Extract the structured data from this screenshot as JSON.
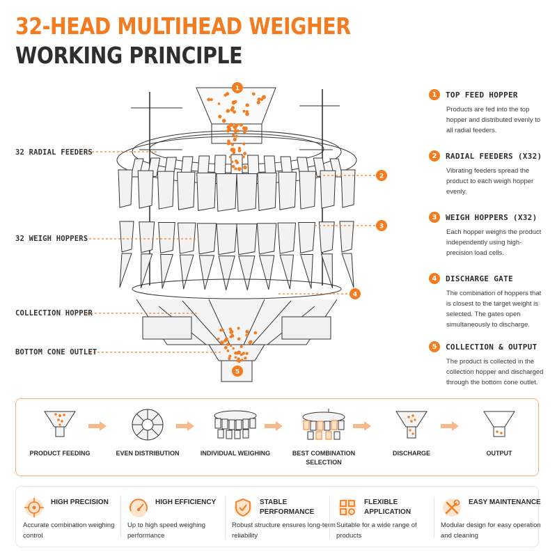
{
  "title": {
    "line1": "32-HEAD MULTIHEAD WEIGHER",
    "line2": "WORKING PRINCIPLE"
  },
  "left_labels": [
    {
      "id": "feeders",
      "text": "32 RADIAL FEEDERS"
    },
    {
      "id": "hoppers",
      "text": "32 WEIGH HOPPERS"
    },
    {
      "id": "collection",
      "text": "COLLECTION HOPPER"
    },
    {
      "id": "cone",
      "text": "BOTTOM CONE OUTLET"
    }
  ],
  "callout_numbers": [
    "1",
    "2",
    "3",
    "4",
    "5"
  ],
  "steps_right": [
    {
      "num": "1",
      "title": "TOP FEED HOPPER",
      "desc": "Products are fed into the top hopper and distributed evenly to all radial feeders."
    },
    {
      "num": "2",
      "title": "RADIAL FEEDERS (X32)",
      "desc": "Vibrating feeders spread the product to each weigh hopper evenly."
    },
    {
      "num": "3",
      "title": "WEIGH HOPPERS (X32)",
      "desc": "Each hopper weighs the product independently using high-precision load cells."
    },
    {
      "num": "4",
      "title": "DISCHARGE GATE",
      "desc": "The combination of hoppers that is closest to the target weight is selected. The gates open simultaneously to discharge."
    },
    {
      "num": "5",
      "title": "COLLECTION & OUTPUT",
      "desc": "The product is collected in the collection hopper and discharged through the bottom cone outlet."
    }
  ],
  "process": [
    {
      "label": "PRODUCT FEEDING",
      "icon": "feed-hopper-icon"
    },
    {
      "label": "EVEN DISTRIBUTION",
      "icon": "radial-feeders-icon"
    },
    {
      "label": "INDIVIDUAL WEIGHING",
      "icon": "weigh-hoppers-icon"
    },
    {
      "label": "BEST COMBINATION SELECTION",
      "icon": "combination-icon"
    },
    {
      "label": "DISCHARGE",
      "icon": "discharge-icon"
    },
    {
      "label": "OUTPUT",
      "icon": "output-cone-icon"
    }
  ],
  "features": [
    {
      "title": "HIGH PRECISION",
      "desc": "Accurate combination weighing control",
      "icon": "crosshair-icon"
    },
    {
      "title": "HIGH EFFICIENCY",
      "desc": "Up to high speed weighing performance",
      "icon": "speedometer-icon"
    },
    {
      "title": "STABLE PERFORMANCE",
      "desc": "Robust structure ensures long-term reliability",
      "icon": "shield-check-icon"
    },
    {
      "title": "FLEXIBLE APPLICATION",
      "desc": "Suitable for a wide range of products",
      "icon": "grid-apps-icon"
    },
    {
      "title": "EASY MAINTENANCE",
      "desc": "Modular design for easy operation and cleaning",
      "icon": "tools-icon"
    }
  ],
  "colors": {
    "accent": "#f47c20",
    "dark": "#2f2f2f",
    "border": "#f6b27a"
  }
}
